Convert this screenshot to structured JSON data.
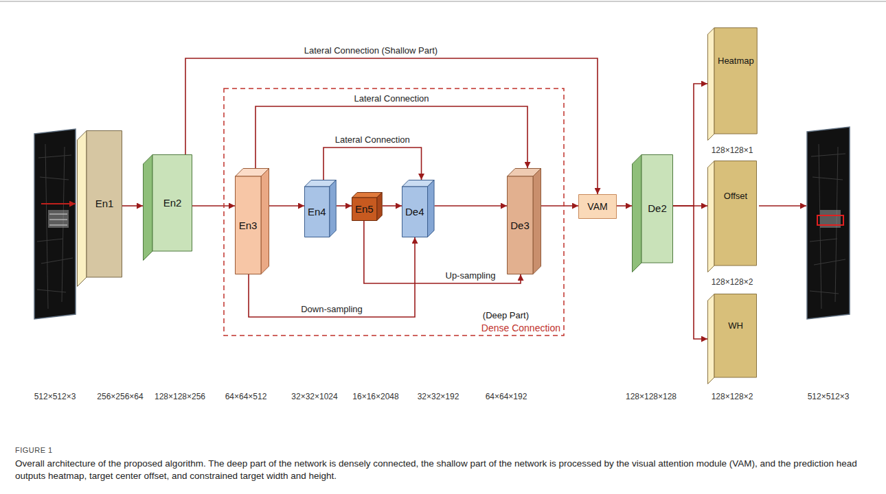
{
  "diagram": {
    "caption": "Overall architecture of the proposed algorithm. The deep part of the network is densely connected, the shallow part of the network is processed by the visual attention module (VAM), and the prediction head outputs heatmap, target center offset, and constrained target width and height.",
    "nodes": [
      {
        "text": [
          "En1"
        ]
      },
      {
        "text": [
          "En2"
        ]
      },
      {
        "text": [
          "(Deep Part)",
          "Dense Connection"
        ]
      },
      {
        "text": [
          "En3"
        ],
        "in": 2
      },
      {
        "text": [
          "En4"
        ],
        "in": 2
      },
      {
        "text": [
          "En5"
        ],
        "in": 2
      },
      {
        "text": [
          "De4"
        ],
        "in": 2
      },
      {
        "text": [
          "De3"
        ],
        "in": 2
      },
      {
        "text": [
          "VAM"
        ]
      },
      {
        "text": [
          "De2"
        ]
      },
      {
        "text": [
          "Heatmap"
        ]
      },
      {
        "text": [
          "Offset"
        ]
      },
      {
        "text": [
          "WH"
        ]
      }
    ],
    "edges": [
      {
        "from": 0,
        "to": 1,
        "arrow": "to"
      },
      {
        "from": 1,
        "to": 3,
        "arrow": "to"
      },
      {
        "from": 3,
        "to": 4,
        "arrow": "to"
      },
      {
        "from": 4,
        "to": 5,
        "arrow": "to"
      },
      {
        "from": 5,
        "to": 6,
        "arrow": "to"
      },
      {
        "from": 6,
        "to": 7,
        "arrow": "to"
      },
      {
        "from": 7,
        "to": 8,
        "arrow": "to"
      },
      {
        "from": 8,
        "to": 9,
        "arrow": "to"
      },
      {
        "from": 9,
        "to": 10,
        "arrow": "to"
      },
      {
        "from": 9,
        "to": 11,
        "arrow": "to"
      },
      {
        "from": 9,
        "to": 12,
        "arrow": "to"
      },
      {
        "from": 1,
        "to": 8,
        "label": "Lateral Connection (Shallow Part)",
        "arrow": "to"
      },
      {
        "from": 3,
        "to": 7,
        "label": "Lateral Connection",
        "arrow": "to"
      },
      {
        "from": 4,
        "to": 6,
        "label": "Lateral Connection",
        "arrow": "to"
      },
      {
        "from": 3,
        "to": 6,
        "label": "Down-sampling",
        "arrow": "to"
      },
      {
        "from": 5,
        "to": 7,
        "label": "Up-sampling",
        "arrow": "to"
      }
    ],
    "labels": [
      "128×128×1",
      "128×128×2",
      "512×512×3",
      "256×256×64",
      "128×128×256",
      "64×64×512",
      "32×32×1024",
      "16×16×2048",
      "32×32×192",
      "64×64×192",
      "128×128×128",
      "128×128×2",
      "512×512×3",
      "FIGURE 1"
    ]
  }
}
